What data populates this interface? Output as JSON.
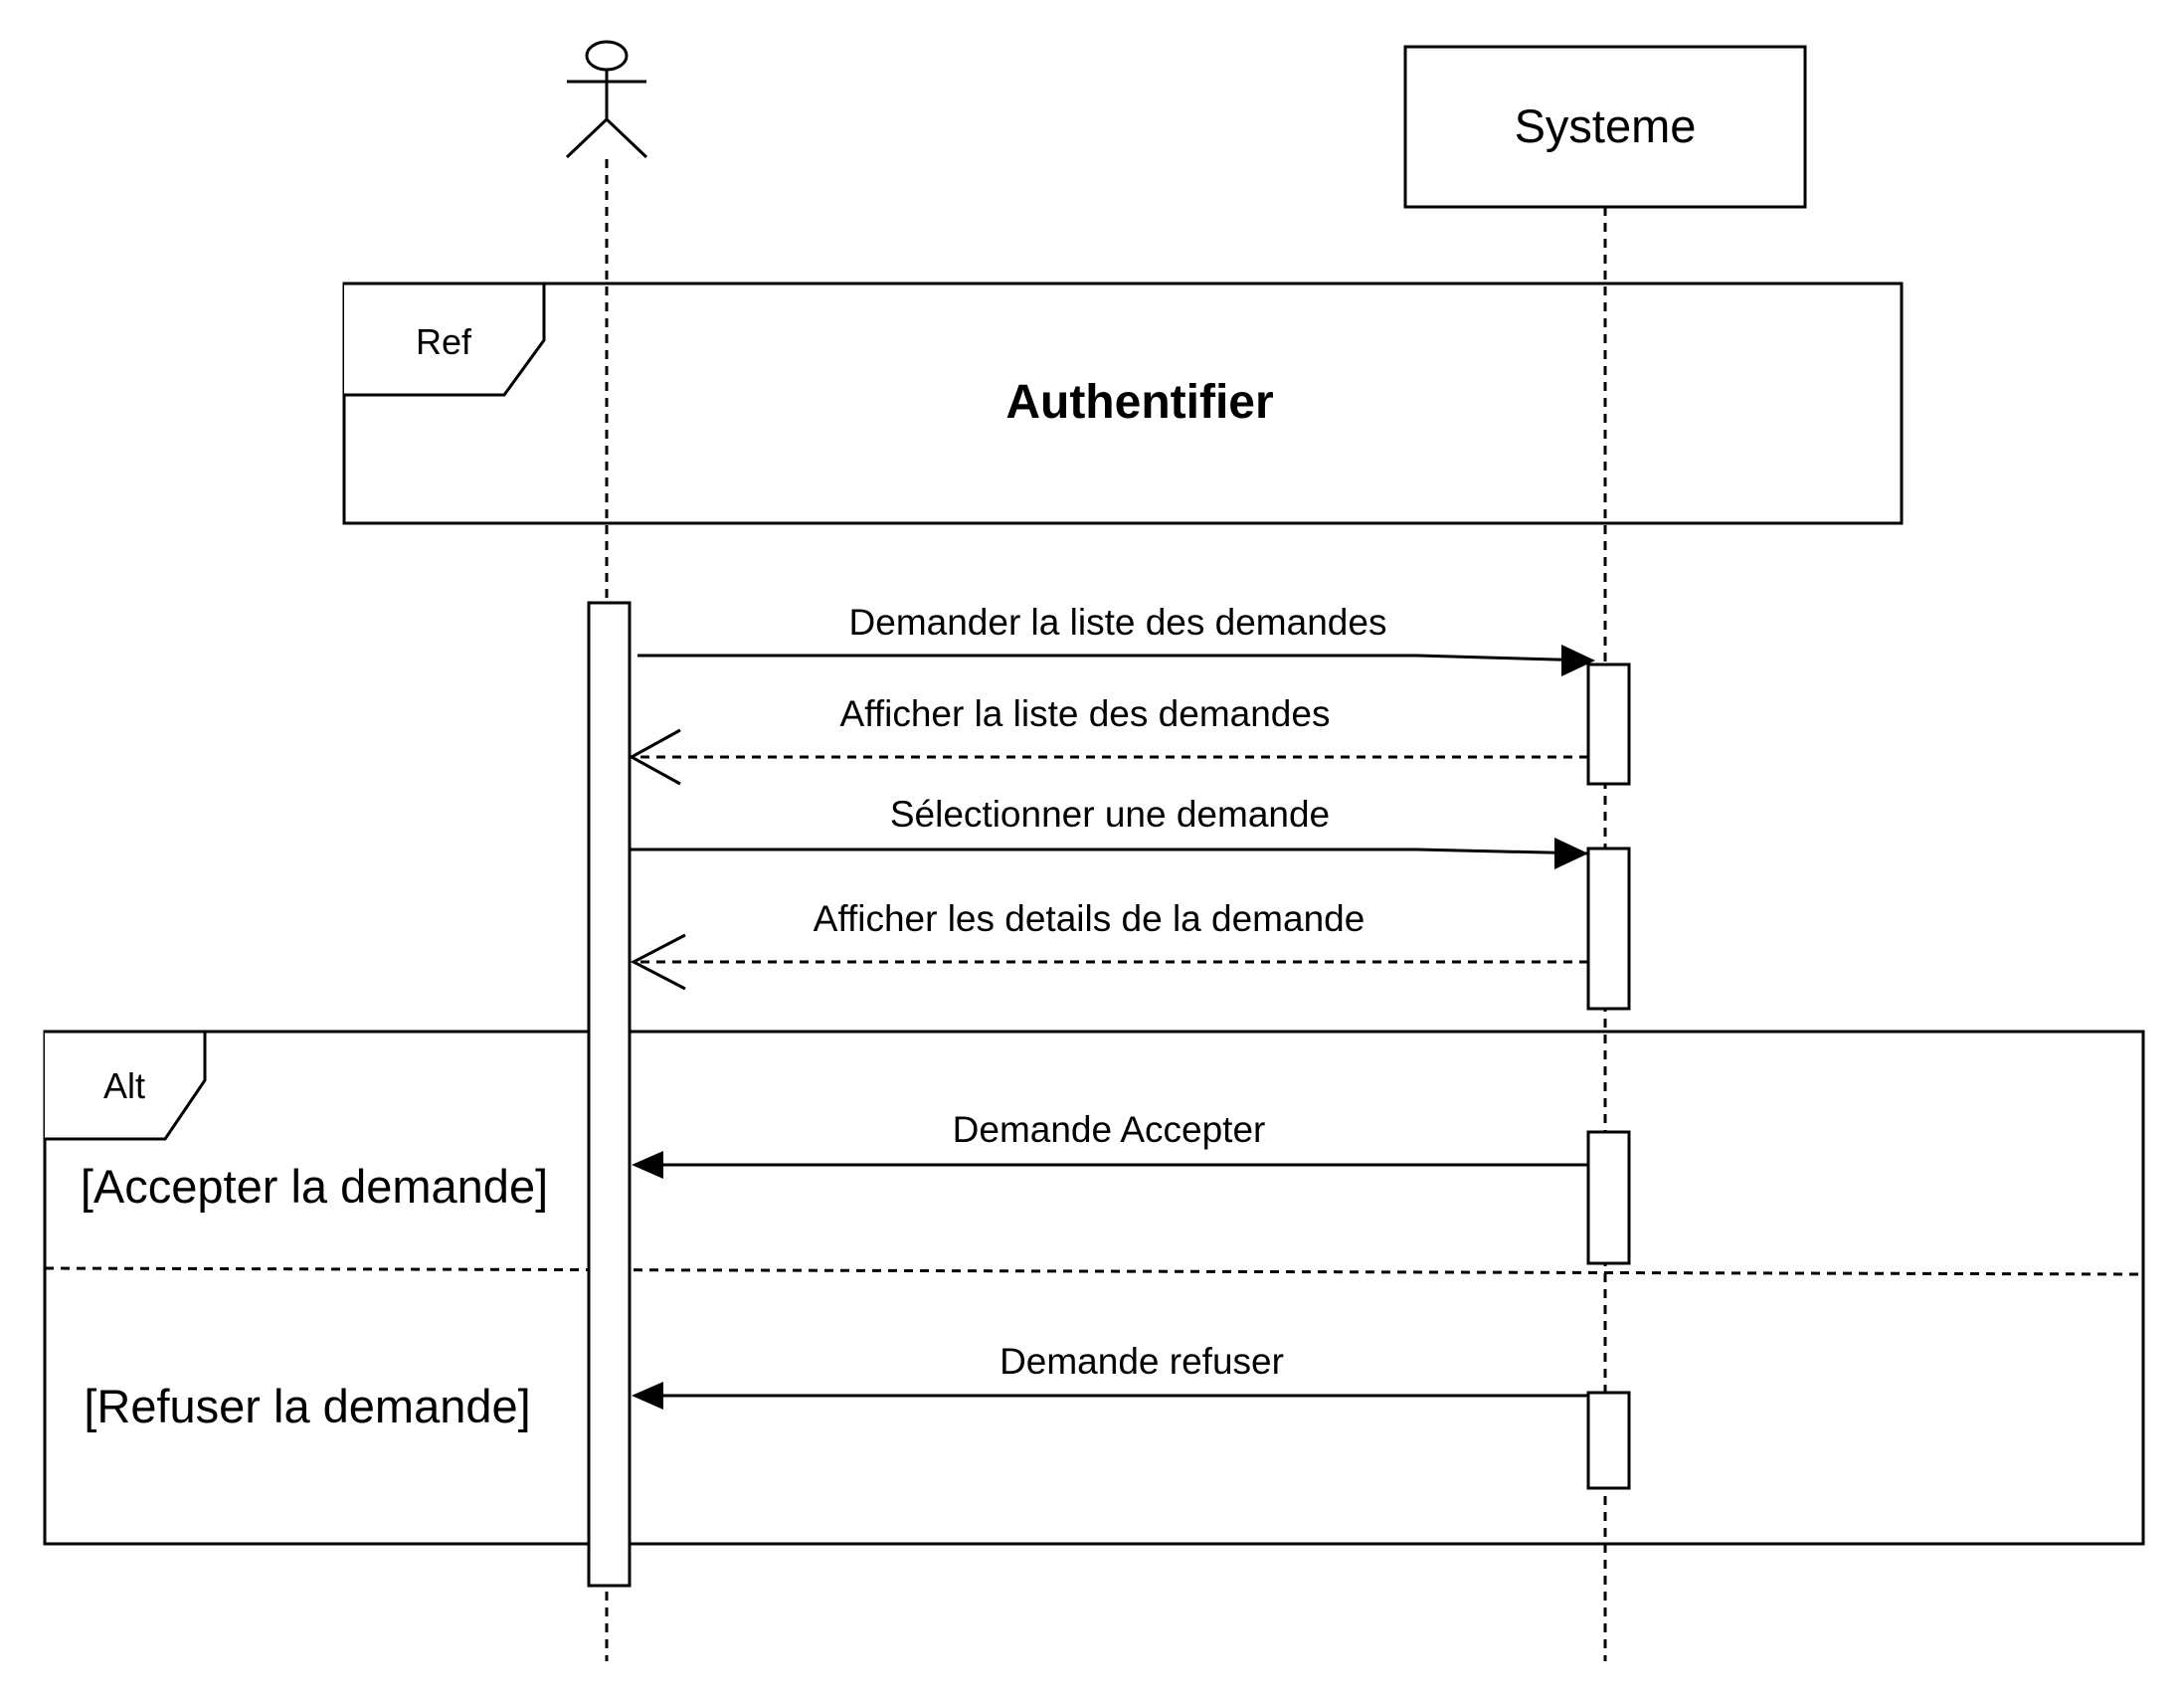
{
  "participants": {
    "actor_name": "",
    "system_name": "Systeme"
  },
  "ref_frame": {
    "tag": "Ref",
    "title": "Authentifier"
  },
  "messages": [
    {
      "label": "Demander la liste des demandes",
      "kind": "sync",
      "direction": "actor-to-system"
    },
    {
      "label": "Afficher la liste des demandes",
      "kind": "reply",
      "direction": "system-to-actor"
    },
    {
      "label": "Sélectionner une demande",
      "kind": "sync",
      "direction": "actor-to-system"
    },
    {
      "label": "Afficher les details de la demande",
      "kind": "reply",
      "direction": "system-to-actor"
    },
    {
      "label": "Demande Accepter",
      "kind": "sync",
      "direction": "system-to-actor"
    },
    {
      "label": "Demande refuser",
      "kind": "sync",
      "direction": "system-to-actor"
    }
  ],
  "alt_frame": {
    "tag": "Alt",
    "guards": [
      "[Accepter la demande]",
      "[Refuser la demande]"
    ]
  }
}
